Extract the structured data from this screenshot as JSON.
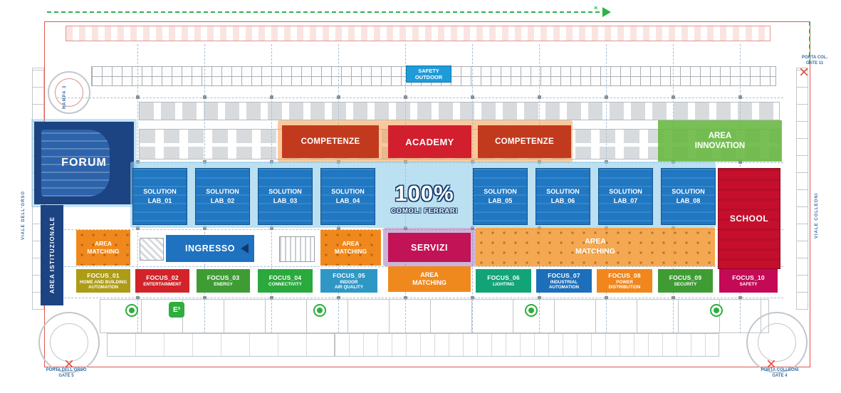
{
  "logo": {
    "percent": "100%",
    "brand": "COMOLI FERRARI"
  },
  "zones": {
    "safety_outdoor": "SAFETY\nOUTDOOR",
    "forum": "FORUM",
    "area_istituzionale": "AREA ISTITUZIONALE",
    "competenze": "COMPETENZE",
    "academy": "ACADEMY",
    "area_innovation": "AREA\nINNOVATION",
    "school": "SCHOOL",
    "ingresso": "INGRESSO",
    "servizi": "SERVIZI",
    "area_matching": "AREA\nMATCHING"
  },
  "solution_labs": [
    "SOLUTION\nLAB_01",
    "SOLUTION\nLAB_02",
    "SOLUTION\nLAB_03",
    "SOLUTION\nLAB_04",
    "SOLUTION\nLAB_05",
    "SOLUTION\nLAB_06",
    "SOLUTION\nLAB_07",
    "SOLUTION\nLAB_08"
  ],
  "focus_areas": [
    {
      "title": "FOCUS_01",
      "subtitle": "HOME AND BUILDING\nAUTOMATION",
      "color": "#ac9c16"
    },
    {
      "title": "FOCUS_02",
      "subtitle": "ENTERTAINMENT",
      "color": "#d2232a"
    },
    {
      "title": "FOCUS_03",
      "subtitle": "ENERGY",
      "color": "#3f9c35"
    },
    {
      "title": "FOCUS_04",
      "subtitle": "CONNECTIVITY",
      "color": "#2aa93c"
    },
    {
      "title": "FOCUS_05",
      "subtitle": "INDOOR\nAIR QUALITY",
      "color": "#2f97c6"
    },
    {
      "title": "FOCUS_06",
      "subtitle": "LIGHTING",
      "color": "#12a377"
    },
    {
      "title": "FOCUS_07",
      "subtitle": "INDUSTRIAL\nAUTOMATION",
      "color": "#1c6fb8"
    },
    {
      "title": "FOCUS_08",
      "subtitle": "POWER\nDISTRIBUTION",
      "color": "#f0861c"
    },
    {
      "title": "FOCUS_09",
      "subtitle": "SECURITY",
      "color": "#3f9c35"
    },
    {
      "title": "FOCUS_10",
      "subtitle": "SAFETY",
      "color": "#c40a56"
    }
  ],
  "site_labels": {
    "rampa": "RAMPA 3",
    "gate_11": "PORTA COL.\nGATE 11",
    "gate_5": "PORTA DELL'ORSO\nGATE 5",
    "gate_4": "PORTA COLLEONI\nGATE 4",
    "street_left": "VIALE DELL'ORSO",
    "street_right": "VIALE COLLEONI",
    "e_badge": "E³",
    "route_mark": "×"
  },
  "icons": {
    "route_arrow": "triangle-right",
    "entrance_arrow": "triangle-left",
    "eco": "green-circle",
    "gate_mark": "red-x-cross"
  },
  "palette": {
    "wall_red": "#e0564a",
    "navy_blue": "#1c4382",
    "lab_blue": "#2077c2",
    "lab_band_blue": "#8ecbe9",
    "competenze_red": "#c23a1e",
    "academy_red": "#d11f2e",
    "innovation_green": "#65b73d",
    "school_red": "#c60f2d",
    "matching_orange": "#f0891d",
    "servizi_magenta": "#c11355",
    "ingresso_blue": "#1e72c0",
    "safety_blue": "#1e9bd8",
    "route_green": "#2db34a",
    "eco_green": "#2fae3e",
    "grid_blue": "#a9bfd2",
    "booth_gray": "#aab0b5"
  }
}
